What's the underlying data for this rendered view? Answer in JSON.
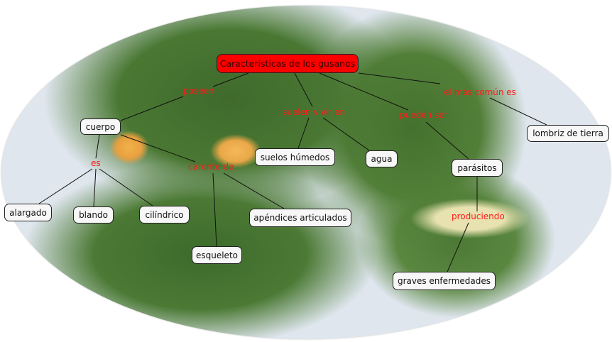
{
  "main_concept": "Características de los gusanos",
  "concepts": {
    "cuerpo": "cuerpo",
    "lombriz": "lombriz de tierra",
    "suelos": "suelos húmedos",
    "agua": "agua",
    "parasitos": "parásitos",
    "alargado": "alargado",
    "blando": "blando",
    "cilindrico": "cilíndrico",
    "apendices": "apéndices articulados",
    "esqueleto": "esqueleto",
    "enfermedades": "graves enfermedades"
  },
  "links": {
    "poseen": "poseen",
    "suelen": "suelen vivir en",
    "comun": "el más común es",
    "pueden": "pueden ser",
    "es": "es",
    "carente": "carente de",
    "produciendo": "produciendo"
  },
  "colors": {
    "main_bg": "#ff0000",
    "link_text": "#ff1a1a"
  }
}
